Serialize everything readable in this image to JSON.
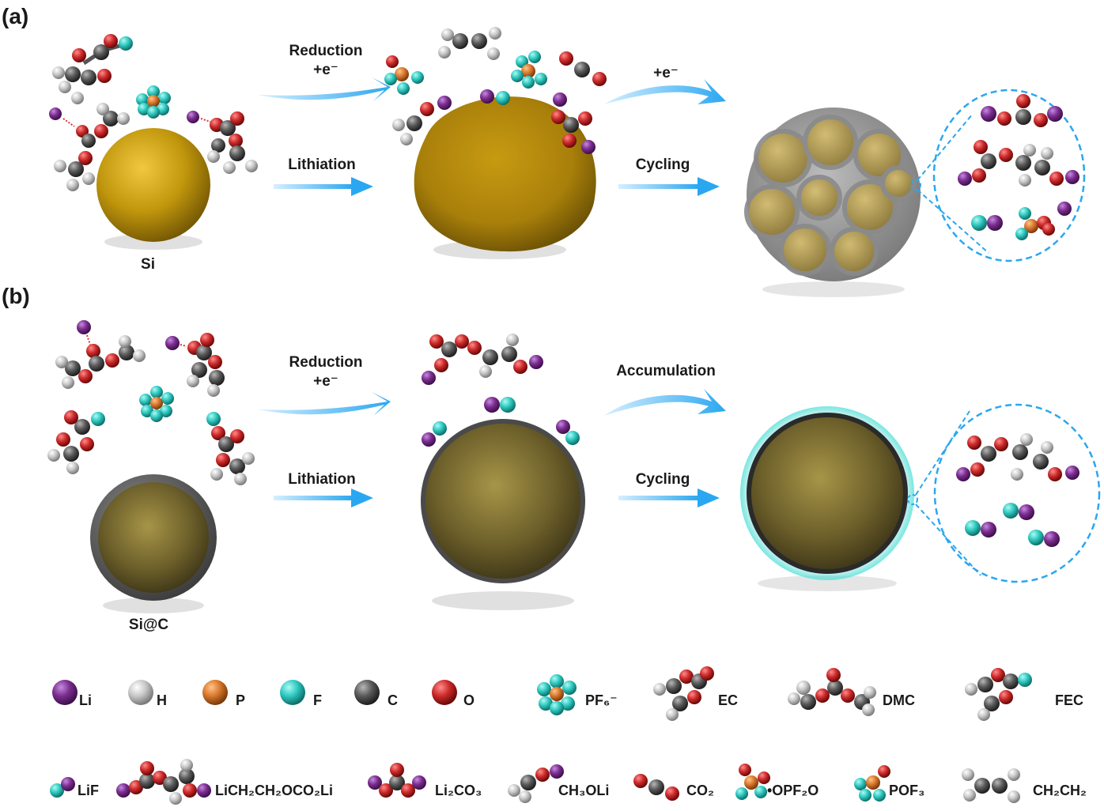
{
  "panels": {
    "a": "(a)",
    "b": "(b)"
  },
  "particles": {
    "si": "Si",
    "sic": "Si@C"
  },
  "arrows": {
    "a_top": [
      "Reduction",
      "+e⁻"
    ],
    "a_top2": "+e⁻",
    "a_bottom1": "Lithiation",
    "a_bottom2": "Cycling",
    "b_top": [
      "Reduction",
      "+e⁻"
    ],
    "b_top2": "Accumulation",
    "b_bottom1": "Lithiation",
    "b_bottom2": "Cycling"
  },
  "legend": {
    "atoms": [
      {
        "name": "Li",
        "color": "#7b2d8e"
      },
      {
        "name": "H",
        "color": "#c8c8c8"
      },
      {
        "name": "P",
        "color": "#d9782d"
      },
      {
        "name": "F",
        "color": "#2ec9c0"
      },
      {
        "name": "C",
        "color": "#5a5a5a"
      },
      {
        "name": "O",
        "color": "#cc2a2a"
      }
    ],
    "molecules_row1": [
      "PF₆⁻",
      "EC",
      "DMC",
      "FEC"
    ],
    "molecules_row2": [
      "LiF",
      "LiCH₂CH₂OCO₂Li",
      "Li₂CO₃",
      "CH₃OLi",
      "CO₂",
      "•OPF₂O",
      "POF₃",
      "CH₂CH₂"
    ]
  }
}
